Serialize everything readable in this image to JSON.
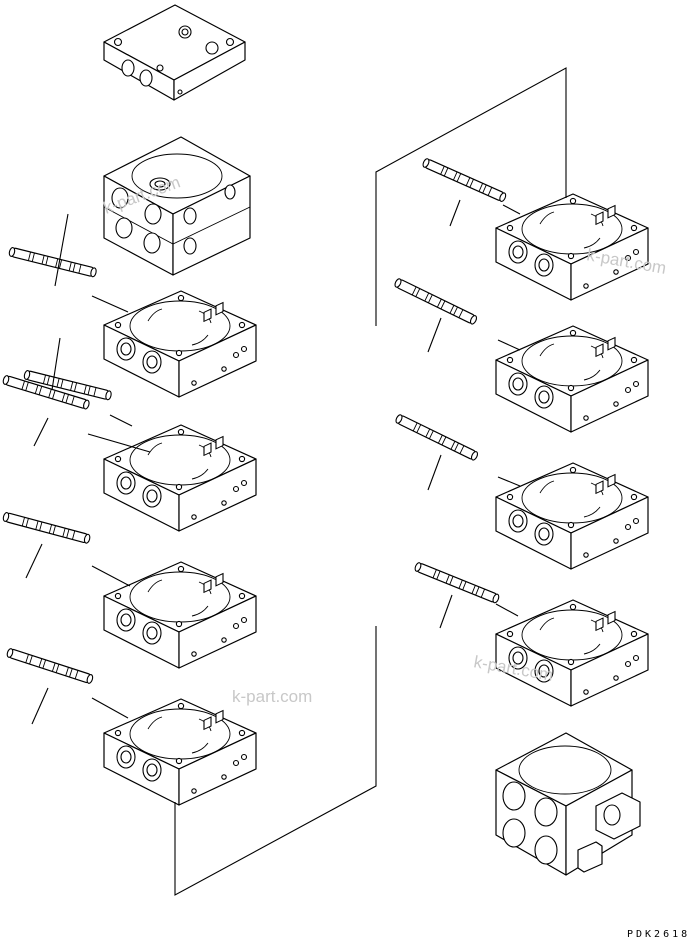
{
  "watermarks": [
    "k-part.com",
    "k-part.com",
    "k-part.com",
    "k-part.com"
  ],
  "drawing_code": "PDK2618",
  "colors": {
    "line": "#000000",
    "background": "#ffffff",
    "watermark": "#c8c8c8"
  }
}
